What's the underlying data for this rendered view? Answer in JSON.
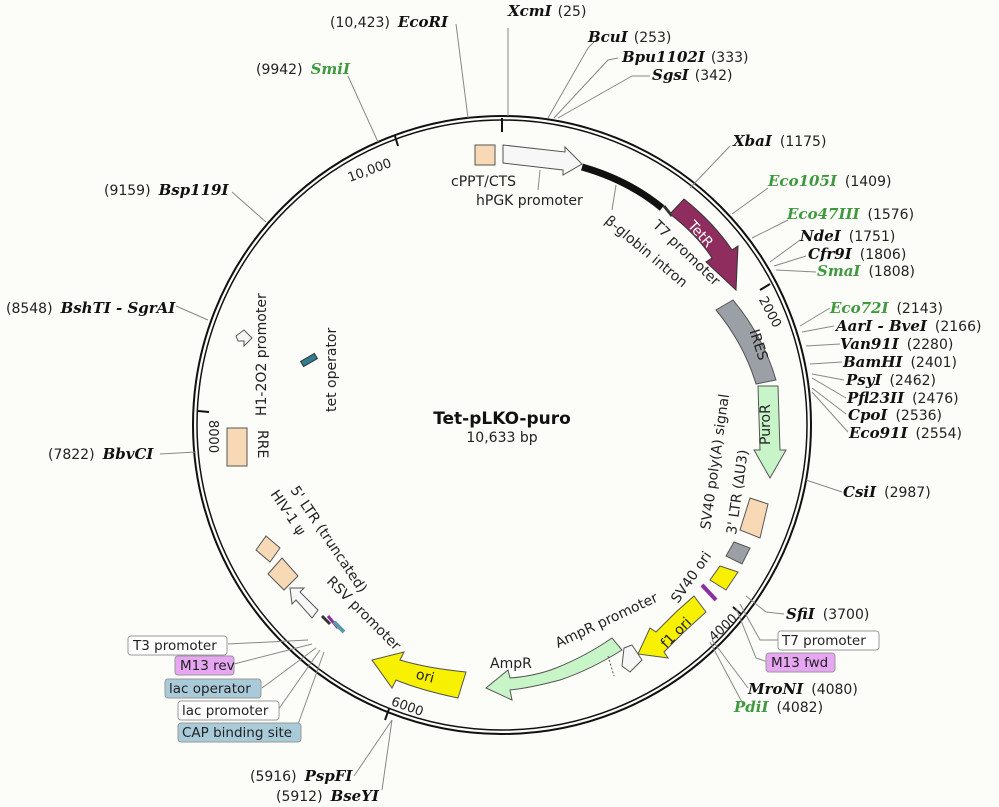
{
  "plasmid": {
    "name": "Tet-pLKO-puro",
    "size_label": "10,633 bp",
    "length": 10633
  },
  "ticks": [
    {
      "bp": 2000,
      "label": "2000"
    },
    {
      "bp": 4000,
      "label": "4000"
    },
    {
      "bp": 6000,
      "label": "6000"
    },
    {
      "bp": 8000,
      "label": "8000"
    },
    {
      "bp": 10000,
      "label": "10,000"
    }
  ],
  "sites": [
    {
      "pos": "(25)",
      "name": "XcmI",
      "color": "#111111"
    },
    {
      "pos": "(253)",
      "name": "BcuI",
      "color": "#111111"
    },
    {
      "pos": "(333)",
      "name": "Bpu1102I",
      "color": "#111111"
    },
    {
      "pos": "(342)",
      "name": "SgsI",
      "color": "#111111"
    },
    {
      "pos": "(1175)",
      "name": "XbaI",
      "color": "#111111"
    },
    {
      "pos": "(1409)",
      "name": "Eco105I",
      "color": "#3f9a3f"
    },
    {
      "pos": "(1576)",
      "name": "Eco47III",
      "color": "#3f9a3f"
    },
    {
      "pos": "(1751)",
      "name": "NdeI",
      "color": "#111111"
    },
    {
      "pos": "(1806)",
      "name": "Cfr9I",
      "color": "#111111"
    },
    {
      "pos": "(1808)",
      "name": "SmaI",
      "color": "#3f9a3f"
    },
    {
      "pos": "(2143)",
      "name": "Eco72I",
      "color": "#3f9a3f"
    },
    {
      "pos": "(2166)",
      "name": "AarI - BveI",
      "color": "#111111"
    },
    {
      "pos": "(2280)",
      "name": "Van91I",
      "color": "#111111"
    },
    {
      "pos": "(2401)",
      "name": "BamHI",
      "color": "#111111"
    },
    {
      "pos": "(2462)",
      "name": "PsyI",
      "color": "#111111"
    },
    {
      "pos": "(2476)",
      "name": "Pfl23II",
      "color": "#111111"
    },
    {
      "pos": "(2536)",
      "name": "CpoI",
      "color": "#111111"
    },
    {
      "pos": "(2554)",
      "name": "Eco91I",
      "color": "#111111"
    },
    {
      "pos": "(2987)",
      "name": "CsiI",
      "color": "#111111"
    },
    {
      "pos": "(3700)",
      "name": "SfiI",
      "color": "#111111"
    },
    {
      "pos": "(4080)",
      "name": "MroNI",
      "color": "#111111"
    },
    {
      "pos": "(4082)",
      "name": "PdiI",
      "color": "#3f9a3f"
    },
    {
      "pos": "(5916)",
      "name": "PspFI",
      "color": "#111111"
    },
    {
      "pos": "(5912)",
      "name": "BseYI",
      "color": "#111111"
    },
    {
      "pos": "(7822)",
      "name": "BbvCI",
      "color": "#111111"
    },
    {
      "pos": "(8548)",
      "name": "BshTI - SgrAI",
      "color": "#111111"
    },
    {
      "pos": "(9159)",
      "name": "Bsp119I",
      "color": "#111111"
    },
    {
      "pos": "(9942)",
      "name": "SmiI",
      "color": "#3f9a3f"
    },
    {
      "pos": "(10,423)",
      "name": "EcoRI",
      "color": "#111111"
    }
  ],
  "features": [
    {
      "label": "cPPT/CTS"
    },
    {
      "label": "hPGK promoter"
    },
    {
      "label": "β-globin intron"
    },
    {
      "label": "T7 promoter"
    },
    {
      "label": "TetR"
    },
    {
      "label": "IRES"
    },
    {
      "label": "PuroR"
    },
    {
      "label": "SV40 poly(A) signal"
    },
    {
      "label": "3' LTR (ΔU3)"
    },
    {
      "label": "SV40 ori"
    },
    {
      "label": "f1 ori"
    },
    {
      "label": "AmpR promoter"
    },
    {
      "label": "AmpR"
    },
    {
      "label": "ori"
    },
    {
      "label": "RSV promoter"
    },
    {
      "label": "5' LTR (truncated)"
    },
    {
      "label": "HIV-1 ψ"
    },
    {
      "label": "RRE"
    },
    {
      "label": "H1-2O2 promoter"
    },
    {
      "label": "tet operator"
    }
  ],
  "boxes": [
    {
      "label": "T3 promoter",
      "fill": "#ffffff"
    },
    {
      "label": "M13 rev",
      "fill": "#e6a6f2"
    },
    {
      "label": "lac operator",
      "fill": "#a9cbd9"
    },
    {
      "label": "lac promoter",
      "fill": "#ffffff"
    },
    {
      "label": "CAP binding site",
      "fill": "#a9cbd9"
    },
    {
      "label": "T7 promoter",
      "fill": "#ffffff"
    },
    {
      "label": "M13 fwd",
      "fill": "#e6a6f2"
    }
  ],
  "colors": {
    "tetr": "#8f2d5e",
    "ires": "#9aa0a6",
    "puror": "#c8f5c8",
    "ltr": "#f8d9b6",
    "ori_yellow": "#f7f000",
    "ampr": "#c8f5c8",
    "arrow_white": "#f7f7f7",
    "backbone": "#111111"
  }
}
